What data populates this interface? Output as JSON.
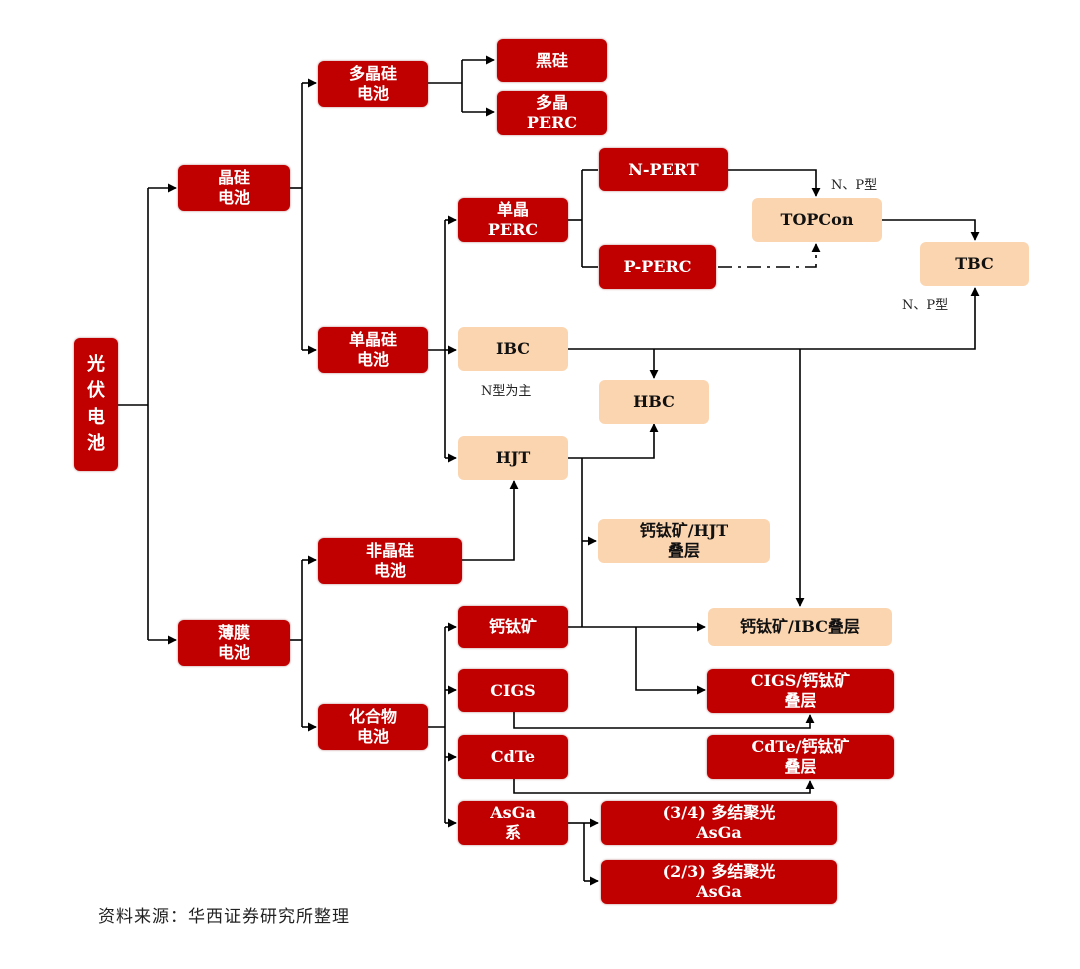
{
  "nodes": {
    "solar": [
      "光",
      "伏",
      "电",
      "池"
    ],
    "crystalline": [
      "晶硅",
      "电池"
    ],
    "thinfilm": [
      "薄膜",
      "电池"
    ],
    "polysi": [
      "多晶硅",
      "电池"
    ],
    "black_si": [
      "黑硅"
    ],
    "poly_perc": [
      "多晶",
      "PERC"
    ],
    "monosi": [
      "单晶硅",
      "电池"
    ],
    "mono_perc": [
      "单晶",
      "PERC"
    ],
    "npert": [
      "N-PERT"
    ],
    "pperc": [
      "P-PERC"
    ],
    "topcon": [
      "TOPCon"
    ],
    "tbc": [
      "TBC"
    ],
    "ibc": [
      "IBC"
    ],
    "hbc": [
      "HBC"
    ],
    "hjt": [
      "HJT"
    ],
    "amorphous": [
      "非晶硅",
      "电池"
    ],
    "compound": [
      "化合物",
      "电池"
    ],
    "perovskite": [
      "钙钛矿"
    ],
    "cigs": [
      "CIGS"
    ],
    "cdte": [
      "CdTe"
    ],
    "asga": [
      "AsGa",
      "系"
    ],
    "pero_hjt": [
      "钙钛矿/HJT",
      "叠层"
    ],
    "pero_ibc": [
      "钙钛矿/IBC叠层"
    ],
    "cigs_pero": [
      "CIGS/钙钛矿",
      "叠层"
    ],
    "cdte_pero": [
      "CdTe/钙钛矿",
      "叠层"
    ],
    "asga34": [
      "(3/4) 多结聚光",
      "AsGa"
    ],
    "asga23": [
      "(2/3) 多结聚光",
      "AsGa"
    ]
  },
  "annotations": {
    "np_type_top": "N、P型",
    "np_type_tbc": "N、P型",
    "n_type_main": "N型为主"
  },
  "source": "资料来源：华西证券研究所整理",
  "colors": {
    "red_box": "#c00000",
    "peach_box": "#fbd5b0",
    "line": "#000000"
  }
}
